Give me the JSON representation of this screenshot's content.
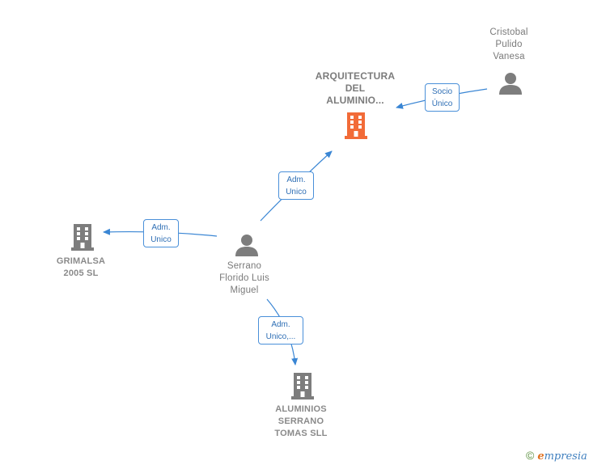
{
  "nodes": {
    "focus": {
      "lines": [
        "ARQUITECTURA",
        "DEL",
        "ALUMINIO..."
      ],
      "color": "#f26b38"
    },
    "cristobal": {
      "lines": [
        "Cristobal",
        "Pulido",
        "Vanesa"
      ]
    },
    "serrano": {
      "lines": [
        "Serrano",
        "Florido Luis",
        "Miguel"
      ]
    },
    "grimalsa": {
      "lines": [
        "GRIMALSA",
        "2005  SL"
      ]
    },
    "aluminios": {
      "lines": [
        "ALUMINIOS",
        "SERRANO",
        "TOMAS SLL"
      ]
    }
  },
  "edges": {
    "socio": [
      "Socio",
      "Único"
    ],
    "adm_focus": [
      "Adm.",
      "Unico"
    ],
    "adm_grimalsa": [
      "Adm.",
      "Unico"
    ],
    "adm_aluminios": [
      "Adm.",
      "Unico,..."
    ]
  },
  "colors": {
    "edge": "#3a86d4",
    "company": "#7d7d7d",
    "person": "#7d7d7d"
  },
  "brand": {
    "copyright": "©",
    "first_letter": "e",
    "rest": "mpresia"
  }
}
